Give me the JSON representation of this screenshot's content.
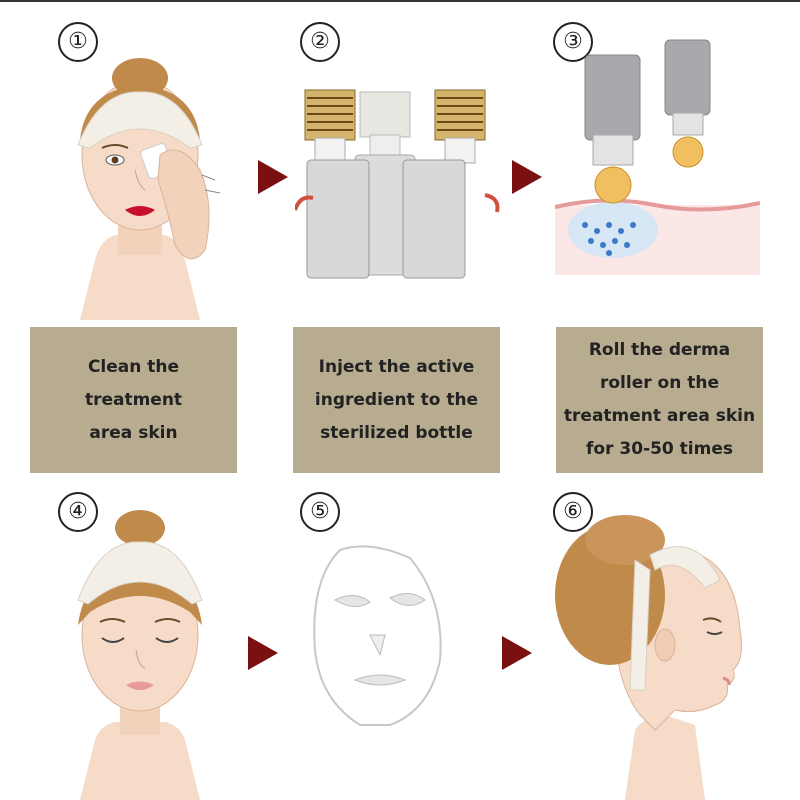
{
  "steps": [
    {
      "number": "①",
      "caption": "Clean the\ntreatment\narea skin",
      "image": "face-cleaning-with-cotton-pad"
    },
    {
      "number": "②",
      "caption": "Inject the active\ningredient to the\nsterilized bottle",
      "image": "derma-roller-bottles"
    },
    {
      "number": "③",
      "caption": "Roll the derma\nroller on the\ntreatment area skin\nfor 30-50 times",
      "image": "roller-on-skin-cross-section"
    },
    {
      "number": "④",
      "image": "face-eyes-closed-headband"
    },
    {
      "number": "⑤",
      "image": "white-sheet-face-mask"
    },
    {
      "number": "⑥",
      "image": "face-profile-headband"
    }
  ],
  "arrow_icon": "right-triangle-icon",
  "colors": {
    "caption_bg": "#b7ab90",
    "arrow": "#7a1010",
    "hair": "#c08a4a",
    "skin": "#f6dcc8"
  }
}
